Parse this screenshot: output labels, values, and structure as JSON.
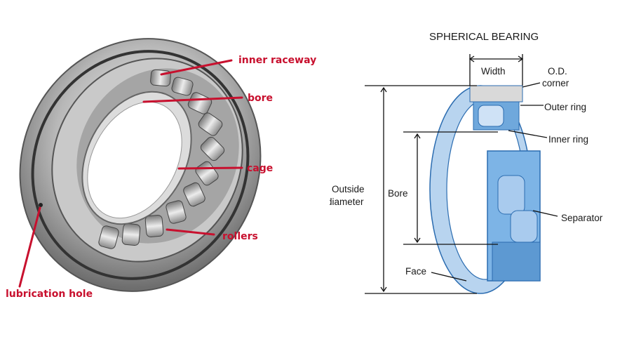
{
  "photo": {
    "labels": {
      "inner_raceway": "inner raceway",
      "bore": "bore",
      "cage": "cage",
      "rollers": "rollers",
      "lubrication_hole": "lubrication hole"
    },
    "label_color": "#c8102e"
  },
  "diagram": {
    "title": "SPHERICAL BEARING",
    "labels": {
      "width": "Width",
      "od_corner_1": "O.D.",
      "od_corner_2": "corner",
      "outer_ring": "Outer ring",
      "inner_ring": "Inner ring",
      "separator": "Separator",
      "bore": "Bore",
      "outside_1": "Outside",
      "outside_2": "diameter",
      "face": "Face"
    },
    "accent": "#6fa8dc"
  }
}
